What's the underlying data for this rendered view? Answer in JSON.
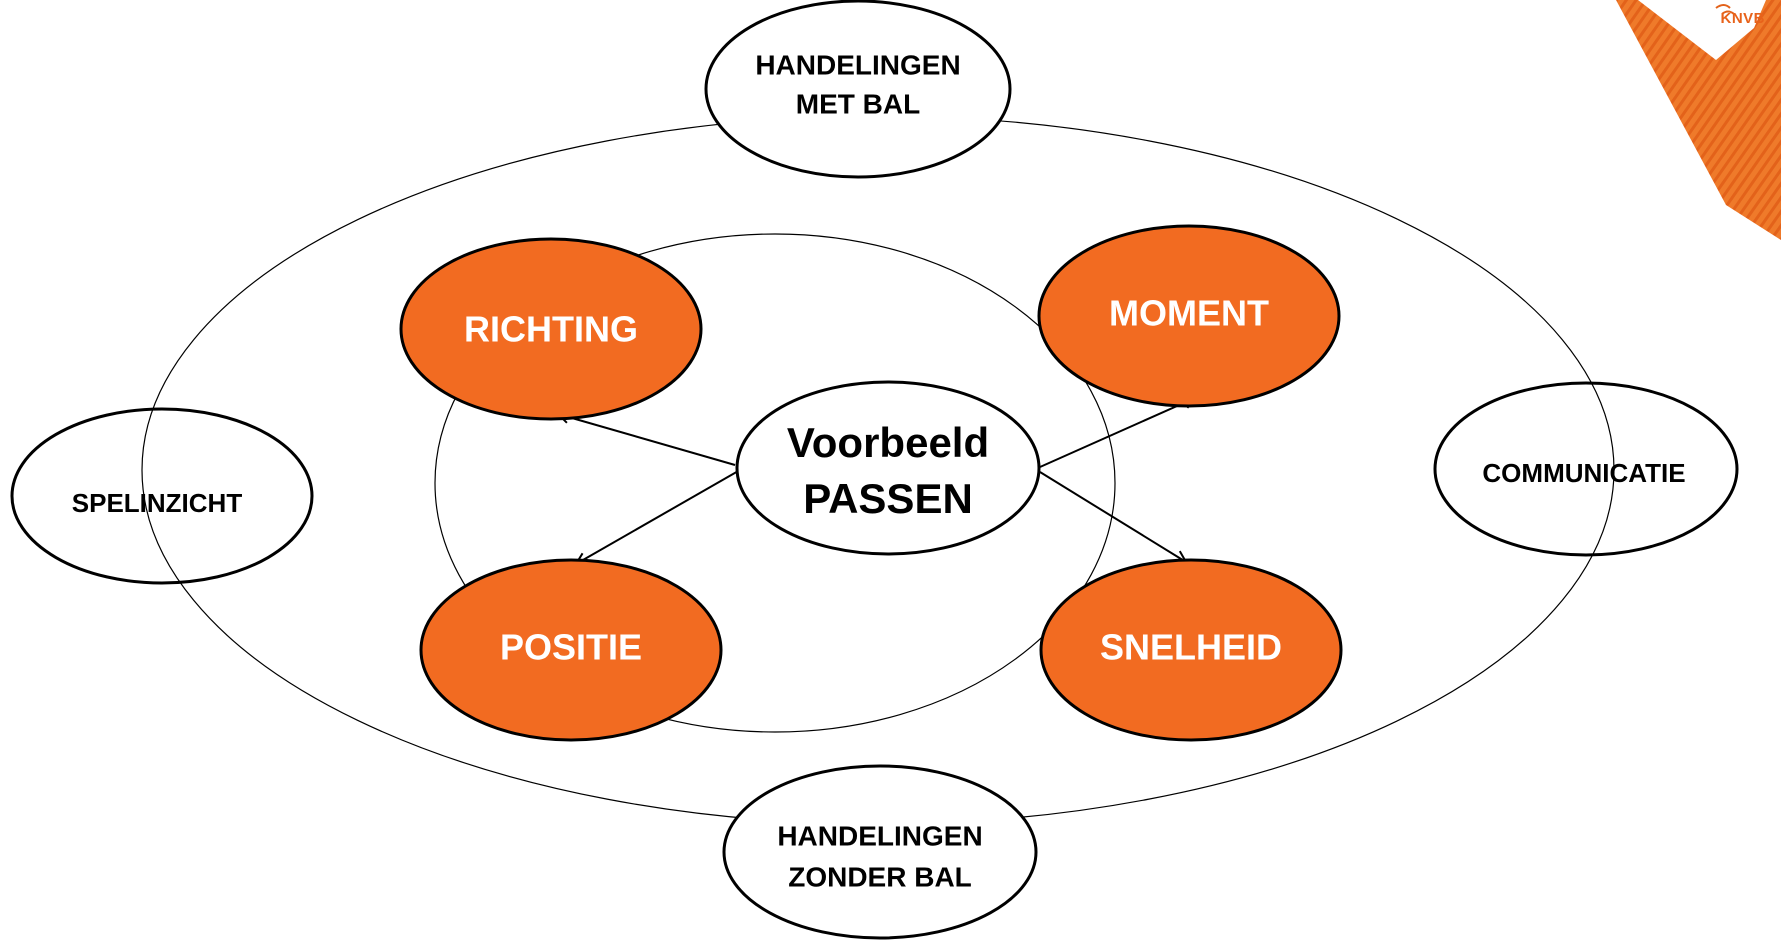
{
  "colors": {
    "orange": "#f26b21",
    "logo_orange": "#ef7a2a",
    "stroke": "#000000",
    "background": "#ffffff"
  },
  "logo": {
    "text": "KNVB"
  },
  "center": {
    "line1": "Voorbeeld",
    "line2": "PASSEN"
  },
  "inner_nodes": {
    "top_left": "RICHTING",
    "top_right": "MOMENT",
    "bottom_left": "POSITIE",
    "bottom_right": "SNELHEID"
  },
  "outer_nodes": {
    "top": {
      "line1": "HANDELINGEN",
      "line2": "MET BAL"
    },
    "bottom": {
      "line1": "HANDELINGEN",
      "line2": "ZONDER BAL"
    },
    "left": {
      "line1": "SPELINZICHT"
    },
    "right": {
      "line1": "COMMUNICATIE"
    }
  }
}
